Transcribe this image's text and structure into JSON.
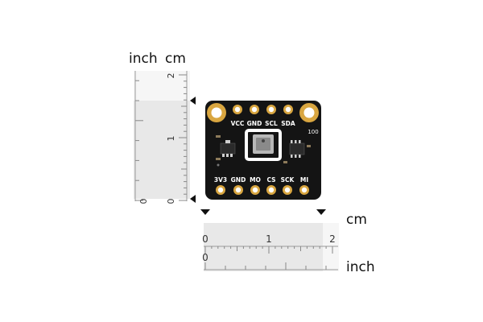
{
  "vertical_ruler": {
    "inch_label": "inch",
    "cm_label": "cm",
    "cm_ticks": [
      "0",
      "1",
      "2"
    ],
    "inch_ticks": [
      "0"
    ]
  },
  "horizontal_ruler": {
    "cm_label": "cm",
    "inch_label": "inch",
    "cm_ticks": [
      "0",
      "1",
      "2"
    ],
    "inch_ticks": [
      "0"
    ]
  },
  "board": {
    "color": "#141414",
    "pad_color": "#d9a640",
    "top_pins": [
      "VCC",
      "GND",
      "SCL",
      "SDA"
    ],
    "bottom_pins": [
      "3V3",
      "GND",
      "MO",
      "CS",
      "SCK",
      "MI"
    ],
    "silkscreen_id": "100"
  }
}
